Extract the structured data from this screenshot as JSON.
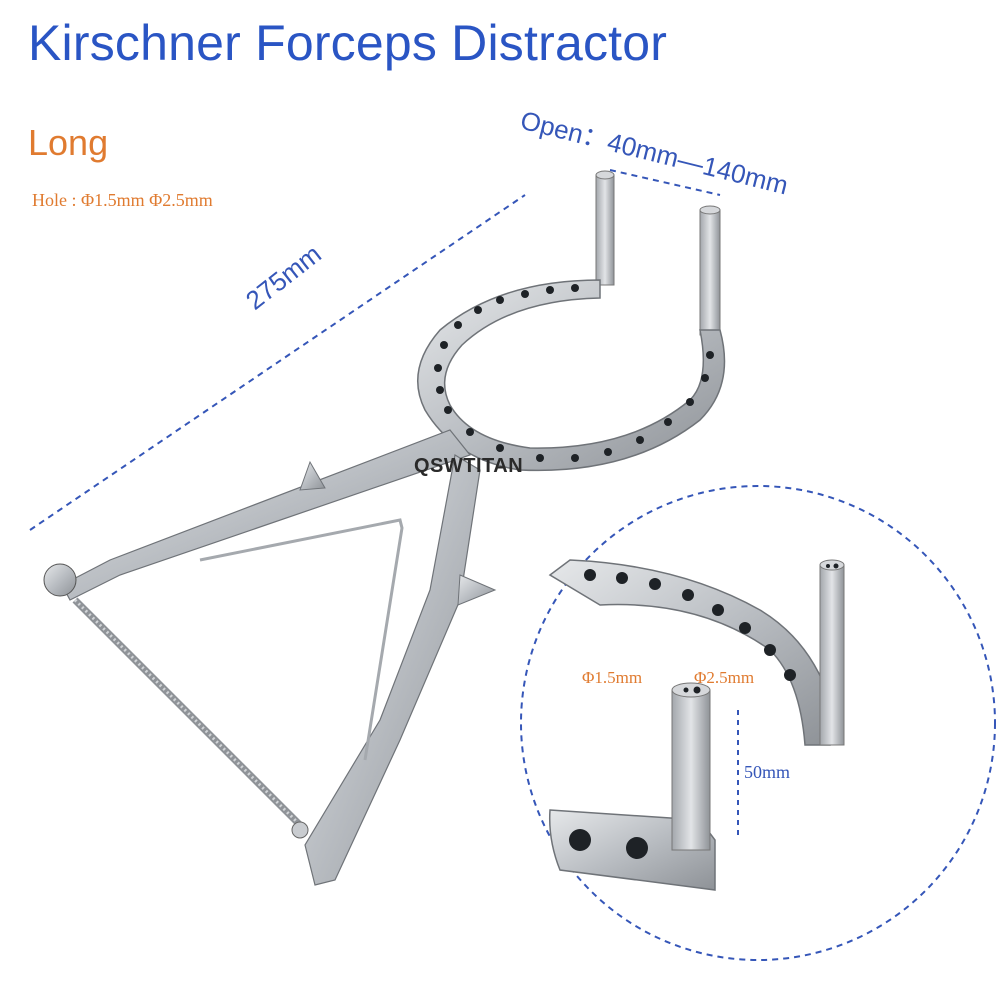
{
  "title": "Kirschner Forceps Distractor",
  "variant": "Long",
  "hole_spec": "Hole : Φ1.5mm  Φ2.5mm",
  "open_range": "Open：40mm—140mm",
  "length": "275mm",
  "brand": "QSWTITAN",
  "detail": {
    "hole_small": "Φ1.5mm",
    "hole_large": "Φ2.5mm",
    "pin_height": "50mm"
  },
  "colors": {
    "title": "#2a55c4",
    "accent": "#e07b30",
    "dimension": "#3556b8",
    "steel": "#c9ccd0"
  }
}
